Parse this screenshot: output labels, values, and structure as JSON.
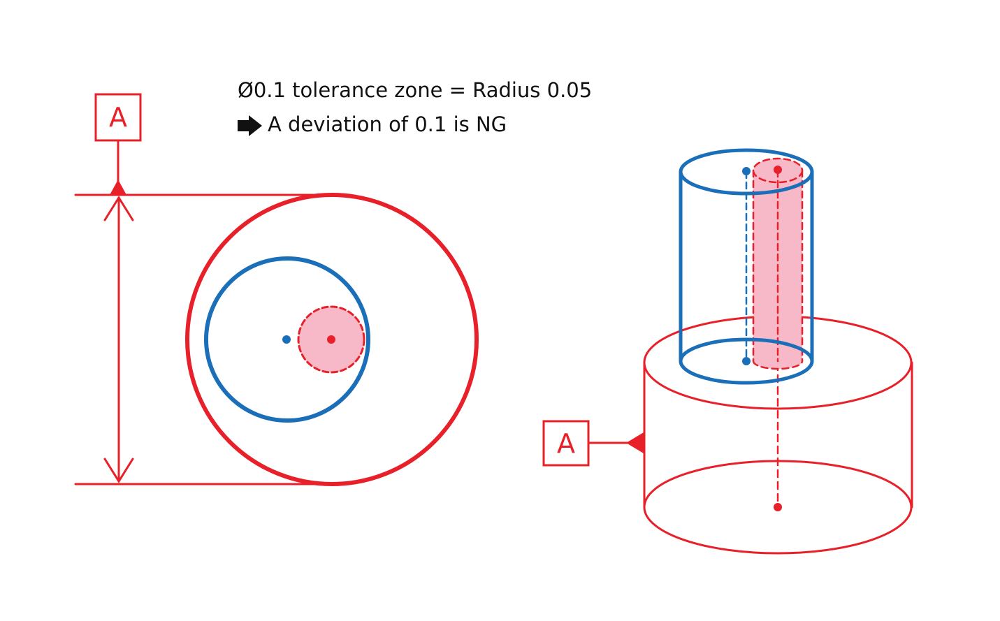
{
  "caption": {
    "line1": "Ø0.1 tolerance zone = Radius 0.05",
    "line2": "A deviation of 0.1 is NG",
    "arrow_icon": "right-arrow-icon"
  },
  "datum_front": {
    "letter": "A"
  },
  "datum_iso": {
    "letter": "A"
  },
  "colors": {
    "datum_red": "#e8202a",
    "feature_blue": "#1a6fb8",
    "zone_pink": "#f7b8c8",
    "text": "#111111"
  }
}
